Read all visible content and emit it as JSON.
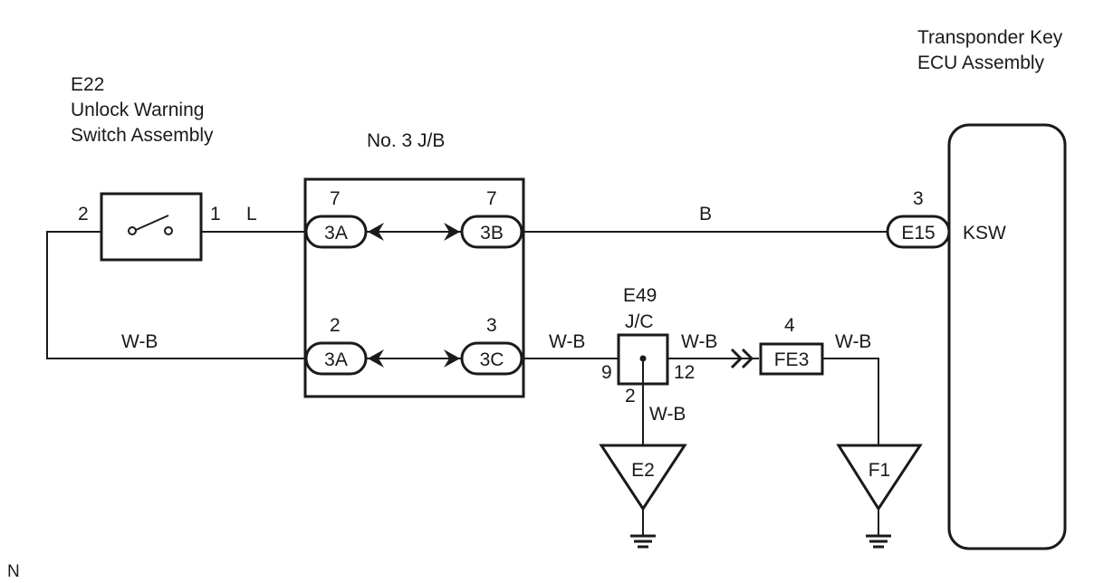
{
  "components": {
    "switch": {
      "id": "E22",
      "name_line1": "Unlock Warning",
      "name_line2": "Switch Assembly",
      "pin_left": "2",
      "pin_right": "1"
    },
    "jb": {
      "name": "No. 3 J/B"
    },
    "ecu": {
      "name_line1": "Transponder Key",
      "name_line2": "ECU Assembly",
      "terminal": "KSW"
    },
    "jc": {
      "id": "E49",
      "type": "J/C",
      "pin_left": "9",
      "pin_right": "12",
      "pin_bottom": "2"
    }
  },
  "connectors": {
    "jb_3a_top": {
      "label": "3A",
      "pin": "7"
    },
    "jb_3b": {
      "label": "3B",
      "pin": "7"
    },
    "jb_3a_bottom": {
      "label": "3A",
      "pin": "2"
    },
    "jb_3c": {
      "label": "3C",
      "pin": "3"
    },
    "ecu_e15": {
      "label": "E15",
      "pin": "3"
    },
    "fe3": {
      "label": "FE3",
      "pin": "4"
    }
  },
  "grounds": {
    "e2": "E2",
    "f1": "F1"
  },
  "wires": {
    "switch_to_jb": "L",
    "jb_to_ecu": "B",
    "switch_return": "W-B",
    "jb_to_jc": "W-B",
    "jc_to_fe3": "W-B",
    "fe3_to_f1": "W-B",
    "jc_to_e2": "W-B"
  },
  "footer_mark": "N"
}
